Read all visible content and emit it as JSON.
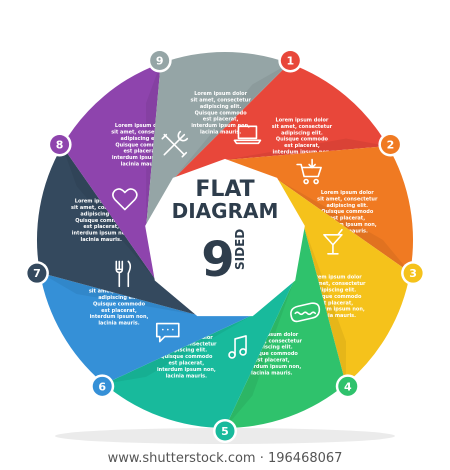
{
  "center": {
    "line1": "FLAT",
    "line2": "DIAGRAM",
    "number": "9",
    "sided": "SIDED"
  },
  "segments": [
    {
      "number": "1",
      "color": "#e8473a",
      "icon": "laptop-icon",
      "text": [
        "Lorem ipsum dolor",
        "sit amet, consectetur",
        "adipiscing elit.",
        "Quisque commodo",
        "est placerat,",
        "interdum ipsum non,",
        "lacinia mauris."
      ]
    },
    {
      "number": "2",
      "color": "#f07a22",
      "icon": "shopping-cart-icon",
      "text": [
        "Lorem ipsum dolor",
        "sit amet, consectetur",
        "adipiscing elit.",
        "Quisque commodo",
        "est placerat,",
        "interdum ipsum non,",
        "lacinia mauris."
      ]
    },
    {
      "number": "3",
      "color": "#f5c21b",
      "icon": "cocktail-icon",
      "text": [
        "Lorem ipsum dolor",
        "sit amet, consectetur",
        "adipiscing elit.",
        "Quisque commodo",
        "est placerat,",
        "interdum ipsum non,",
        "lacinia mauris."
      ]
    },
    {
      "number": "4",
      "color": "#2fc26c",
      "icon": "hotdog-icon",
      "text": [
        "Lorem ipsum dolor",
        "sit amet, consectetur",
        "adipiscing elit.",
        "Quisque commodo",
        "est placerat,",
        "interdum ipsum non,",
        "lacinia mauris."
      ]
    },
    {
      "number": "5",
      "color": "#18ba9c",
      "icon": "music-note-icon",
      "text": [
        "Lorem ipsum dolor",
        "sit amet, consectetur",
        "adipiscing elit.",
        "Quisque commodo",
        "est placerat,",
        "interdum ipsum non,",
        "lacinia mauris."
      ]
    },
    {
      "number": "6",
      "color": "#3590d7",
      "icon": "chat-bubble-icon",
      "text": [
        "Lorem ipsum dolor",
        "sit amet, consectetur",
        "adipiscing elit.",
        "Quisque commodo",
        "est placerat,",
        "interdum ipsum non,",
        "lacinia mauris."
      ]
    },
    {
      "number": "7",
      "color": "#34495e",
      "icon": "fork-knife-icon",
      "text": [
        "Lorem ipsum dolor",
        "sit amet, consectetur",
        "adipiscing elit.",
        "Quisque commodo",
        "est placerat,",
        "interdum ipsum non,",
        "lacinia mauris."
      ]
    },
    {
      "number": "8",
      "color": "#8e44ad",
      "icon": "heart-icon",
      "text": [
        "Lorem ipsum dolor",
        "sit amet, consectetur",
        "adipiscing elit.",
        "Quisque commodo",
        "est placerat,",
        "interdum ipsum non,",
        "lacinia mauris."
      ]
    },
    {
      "number": "9",
      "color": "#95a5a6",
      "icon": "tools-icon",
      "text": [
        "Lorem ipsum dolor",
        "sit amet, consectetur",
        "adipiscing elit.",
        "Quisque commodo",
        "est placerat,",
        "interdum ipsum non,",
        "lacinia mauris."
      ]
    }
  ],
  "watermark": "www.shutterstock.com · 196468067"
}
